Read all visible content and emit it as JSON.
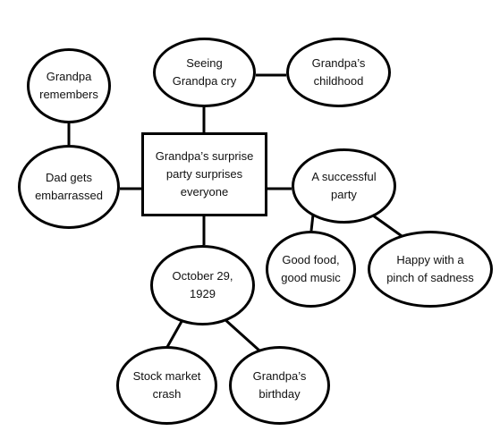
{
  "diagram": {
    "nodes": [
      {
        "id": "center",
        "shape": "rect",
        "text": "Grandpa’s surprise\nparty surprises\neveryone"
      },
      {
        "id": "seeing",
        "shape": "oval",
        "text": "Seeing\nGrandpa cry"
      },
      {
        "id": "childhood",
        "shape": "oval",
        "text": "Grandpa’s\nchildhood"
      },
      {
        "id": "remembers",
        "shape": "oval",
        "text": "Grandpa\nremembers"
      },
      {
        "id": "dad",
        "shape": "oval",
        "text": "Dad gets\nembarrassed"
      },
      {
        "id": "successful",
        "shape": "oval",
        "text": "A successful\nparty"
      },
      {
        "id": "food",
        "shape": "oval",
        "text": "Good food,\ngood music"
      },
      {
        "id": "happy",
        "shape": "oval",
        "text": "Happy with a\npinch of sadness"
      },
      {
        "id": "october",
        "shape": "oval",
        "text": "October 29,\n1929"
      },
      {
        "id": "stock",
        "shape": "oval",
        "text": "Stock market\ncrash"
      },
      {
        "id": "birthday",
        "shape": "oval",
        "text": "Grandpa’s\nbirthday"
      }
    ],
    "edges": [
      [
        "center",
        "seeing"
      ],
      [
        "seeing",
        "childhood"
      ],
      [
        "remembers",
        "dad"
      ],
      [
        "dad",
        "center"
      ],
      [
        "center",
        "successful"
      ],
      [
        "successful",
        "food"
      ],
      [
        "successful",
        "happy"
      ],
      [
        "center",
        "october"
      ],
      [
        "october",
        "stock"
      ],
      [
        "october",
        "birthday"
      ]
    ],
    "colors": {
      "stroke": "#000000",
      "fill": "#ffffff",
      "text": "#111111"
    }
  }
}
